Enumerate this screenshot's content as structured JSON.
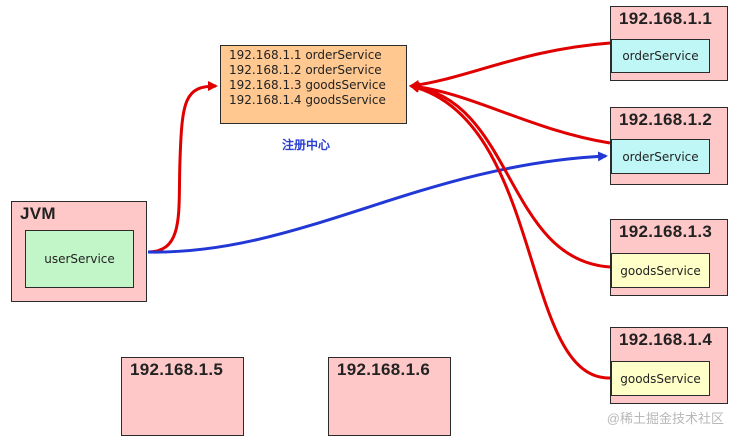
{
  "registry": {
    "entries": [
      "192.168.1.1 orderService",
      "192.168.1.2 orderService",
      "192.168.1.3 goodsService",
      "192.168.1.4 goodsService"
    ],
    "label": "注册中心"
  },
  "jvm": {
    "title": "JVM",
    "service": "userService"
  },
  "servers": [
    {
      "ip": "192.168.1.1",
      "service": "orderService"
    },
    {
      "ip": "192.168.1.2",
      "service": "orderService"
    },
    {
      "ip": "192.168.1.3",
      "service": "goodsService"
    },
    {
      "ip": "192.168.1.4",
      "service": "goodsService"
    }
  ],
  "empty_nodes": [
    {
      "ip": "192.168.1.5"
    },
    {
      "ip": "192.168.1.6"
    }
  ],
  "watermark": "@稀土掘金技术社区",
  "colors": {
    "register_arrow": "#e00000",
    "call_arrow": "#2238d6"
  }
}
